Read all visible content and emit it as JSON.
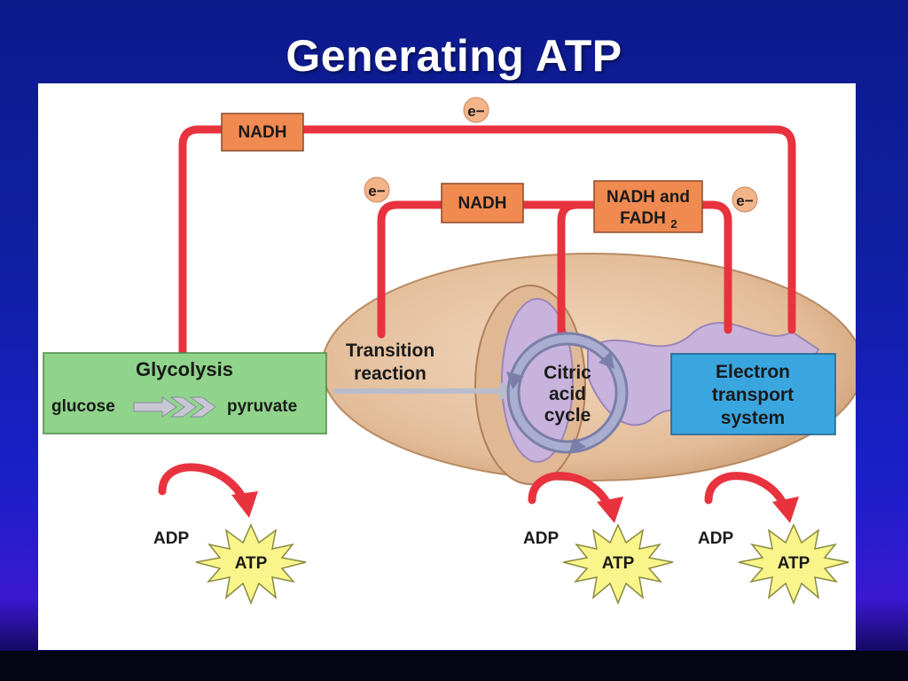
{
  "slide": {
    "title": "Generating ATP"
  },
  "diagram": {
    "electron_label": "e−",
    "carriers": {
      "nadh_top": "NADH",
      "nadh_mid": "NADH",
      "nadh_fadh2_line1": "NADH and",
      "nadh_fadh2_line2": "FADH",
      "nadh_fadh2_sub": "2"
    },
    "stages": {
      "glycolysis_title": "Glycolysis",
      "glucose": "glucose",
      "pyruvate": "pyruvate",
      "transition_line1": "Transition",
      "transition_line2": "reaction",
      "citric_line1": "Citric",
      "citric_line2": "acid",
      "citric_line3": "cycle",
      "ets_line1": "Electron",
      "ets_line2": "transport",
      "ets_line3": "system"
    },
    "atp": {
      "adp": "ADP",
      "atp": "ATP"
    },
    "colors": {
      "carrier_box": "#f08a50",
      "glycolysis_box": "#8fd48a",
      "ets_box": "#3aa6e0",
      "pathway_line": "#e8333f",
      "mitochondrion": "#e6c2a0",
      "cristae": "#c8b3dc",
      "atp_star": "#faf58a"
    }
  }
}
